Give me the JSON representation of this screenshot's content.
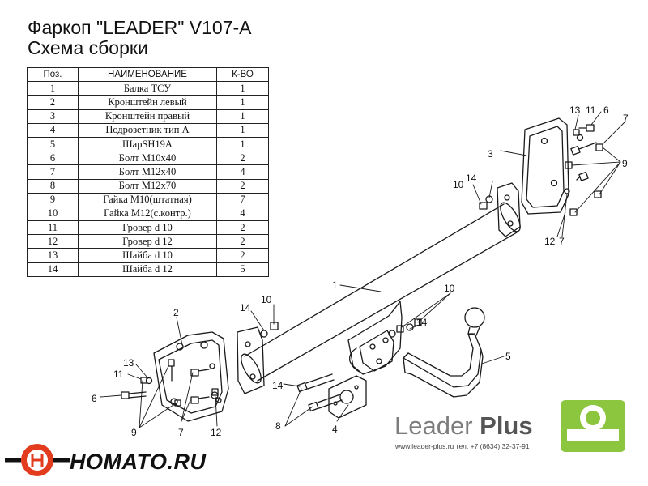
{
  "header": {
    "title": "Фаркоп \"LEADER\" V107-A",
    "subtitle": "Схема сборки"
  },
  "table": {
    "columns": [
      "Поз.",
      "НАИМЕНОВАНИЕ",
      "К-ВО"
    ],
    "rows": [
      [
        "1",
        "Балка ТСУ",
        "1"
      ],
      [
        "2",
        "Кронштейн левый",
        "1"
      ],
      [
        "3",
        "Кронштейн правый",
        "1"
      ],
      [
        "4",
        "Подрозетник тип А",
        "1"
      ],
      [
        "5",
        "ШарSH19A",
        "1"
      ],
      [
        "6",
        "Болт М10х40",
        "2"
      ],
      [
        "7",
        "Болт М12х40",
        "4"
      ],
      [
        "8",
        "Болт М12х70",
        "2"
      ],
      [
        "9",
        "Гайка М10(штатная)",
        "7"
      ],
      [
        "10",
        "Гайка М12(с.контр.)",
        "4"
      ],
      [
        "11",
        "Гровер d 10",
        "2"
      ],
      [
        "12",
        "Гровер d 12",
        "2"
      ],
      [
        "13",
        "Шайба d 10",
        "2"
      ],
      [
        "14",
        "Шайба d 12",
        "5"
      ]
    ]
  },
  "callouts": {
    "c1": "1",
    "c2": "2",
    "c3": "3",
    "c4": "4",
    "c5": "5",
    "c6a": "6",
    "c6b": "6",
    "c7a": "7",
    "c7b": "7",
    "c7c": "7",
    "c8": "8",
    "c9a": "9",
    "c9b": "9",
    "c10a": "10",
    "c10b": "10",
    "c10c": "10",
    "c11a": "11",
    "c11b": "11",
    "c12a": "12",
    "c12b": "12",
    "c13a": "13",
    "c13b": "13",
    "c14a": "14",
    "c14b": "14",
    "c14c": "14",
    "c14d": "14"
  },
  "brand": {
    "name_light": "Leader ",
    "name_bold": "Plus",
    "contacts": "www.leader-plus.ru   тел. +7 (8634) 32-37-91",
    "accent_color": "#8cc63f"
  },
  "watermark": {
    "text": "HOMATO.RU",
    "color": "#e23b1e"
  }
}
